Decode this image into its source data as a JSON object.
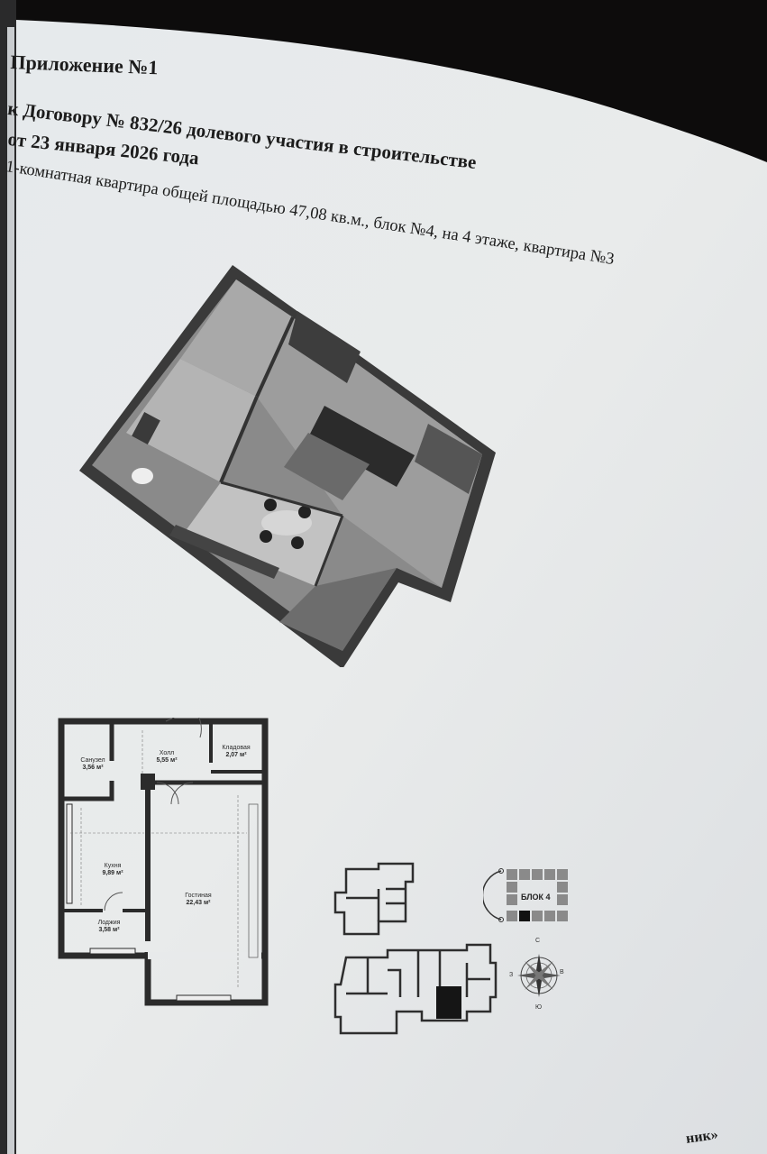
{
  "document": {
    "appendix_title": "Приложение №1",
    "contract_line": "к Договору № 832/26 долевого участия в строительстве",
    "date_line": "от 23 января 2026 года",
    "apartment_line": "1-комнатная квартира общей площадью 47,08 кв.м., блок №4, на 4 этаже, квартира №3",
    "bottom_fragment": "ник»"
  },
  "floor_plan": {
    "rooms": [
      {
        "name": "Санузел",
        "area": "3,56 м²"
      },
      {
        "name": "Холл",
        "area": "5,55 м²"
      },
      {
        "name": "Кладовая",
        "area": "2,07 м²"
      },
      {
        "name": "Кухня",
        "area": "9,89 м²"
      },
      {
        "name": "Гостиная",
        "area": "22,43 м²"
      },
      {
        "name": "Лоджия",
        "area": "3,58 м²"
      }
    ]
  },
  "site_plan": {
    "block_label": "БЛОК 4",
    "compass": {
      "n": "С",
      "e": "В",
      "s": "Ю",
      "w": "З"
    }
  }
}
